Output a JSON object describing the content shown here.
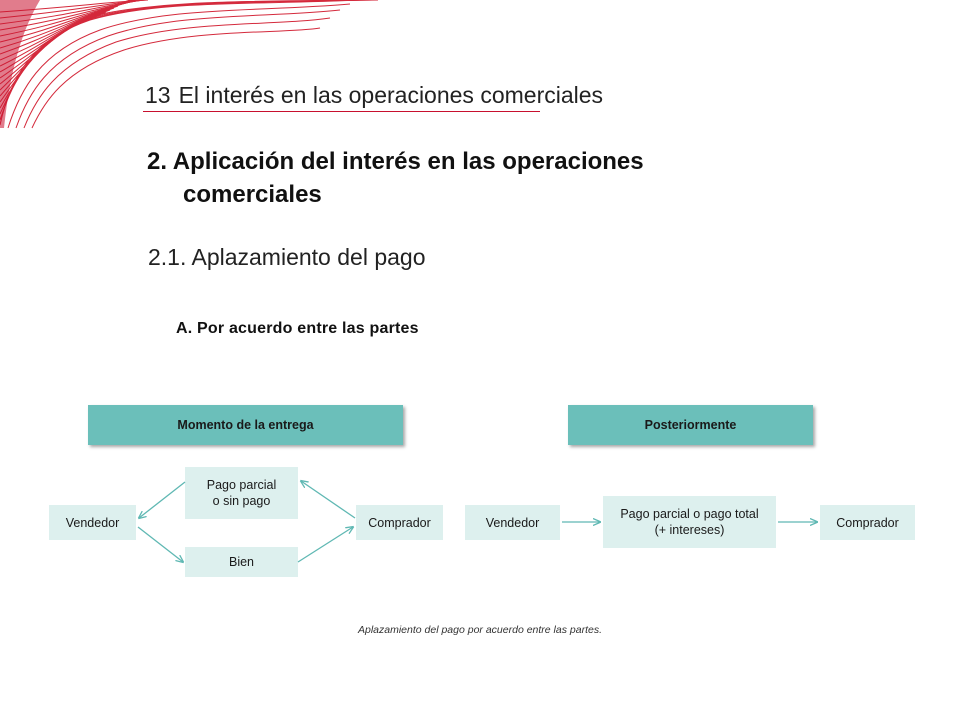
{
  "header": {
    "chapter_number": "13",
    "chapter_title": "El interés en las operaciones comerciales"
  },
  "section": {
    "title_line1": "2. Aplicación del interés en las operaciones",
    "title_line2": "comerciales"
  },
  "subsection": {
    "title": "2.1. Aplazamiento del pago"
  },
  "subsubsection": {
    "title": "A. Por acuerdo entre las partes"
  },
  "diagram": {
    "left": {
      "header": "Momento de la entrega",
      "seller": "Vendedor",
      "buyer": "Comprador",
      "payment": "Pago parcial\no sin pago",
      "goods": "Bien"
    },
    "right": {
      "header": "Posteriormente",
      "seller": "Vendedor",
      "payment": "Pago parcial o pago total\n(+ intereses)",
      "buyer": "Comprador"
    }
  },
  "caption": "Aplazamiento del pago por acuerdo entre las partes.",
  "colors": {
    "accent": "#c8102e",
    "header_fill": "#6bbfba",
    "node_fill": "#ddf0ee",
    "arrow": "#5fb8b3"
  }
}
